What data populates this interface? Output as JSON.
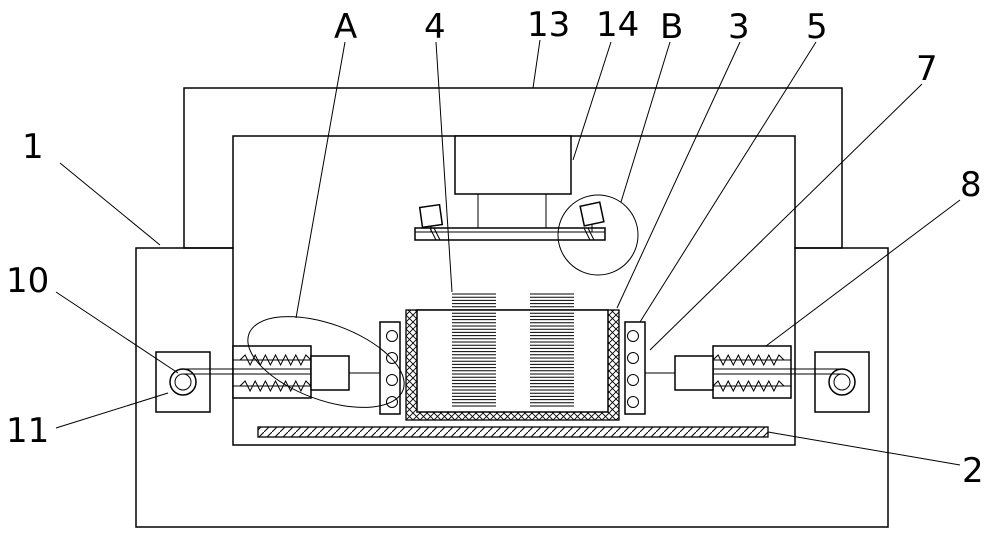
{
  "labels": {
    "A": "A",
    "n4": "4",
    "n13": "13",
    "n14": "14",
    "B": "B",
    "n3": "3",
    "n5": "5",
    "n7": "7",
    "n1": "1",
    "n8": "8",
    "n10": "10",
    "n11": "11",
    "n2": "2"
  }
}
